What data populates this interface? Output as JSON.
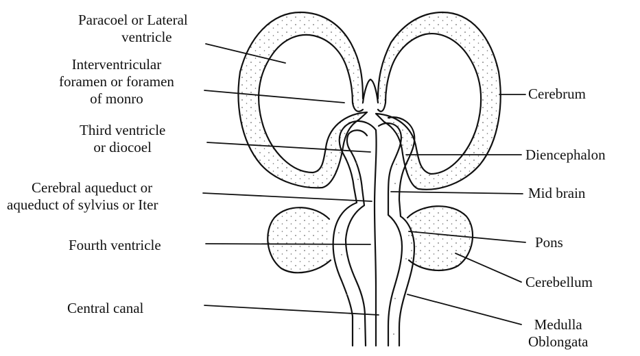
{
  "colors": {
    "ink": "#111111",
    "background": "#ffffff",
    "stipple": "#6b6b6b"
  },
  "labels_left": {
    "paracoel": [
      "Paracoel or Lateral",
      "ventricle"
    ],
    "interventricular": [
      "Interventricular",
      "foramen or foramen",
      "of monro"
    ],
    "third_ventricle": [
      "Third ventricle",
      "or diocoel"
    ],
    "cerebral_aqueduct": [
      "Cerebral aqueduct or",
      "aqueduct of sylvius  or Iter"
    ],
    "fourth_ventricle": [
      "Fourth ventricle"
    ],
    "central_canal": [
      "Central canal"
    ]
  },
  "labels_right": {
    "cerebrum": [
      "Cerebrum"
    ],
    "diencephalon": [
      "Diencephalon"
    ],
    "mid_brain": [
      "Mid brain"
    ],
    "pons": [
      "Pons"
    ],
    "cerebellum": [
      "Cerebellum"
    ],
    "medulla": [
      "Medulla",
      "Oblongata"
    ]
  }
}
